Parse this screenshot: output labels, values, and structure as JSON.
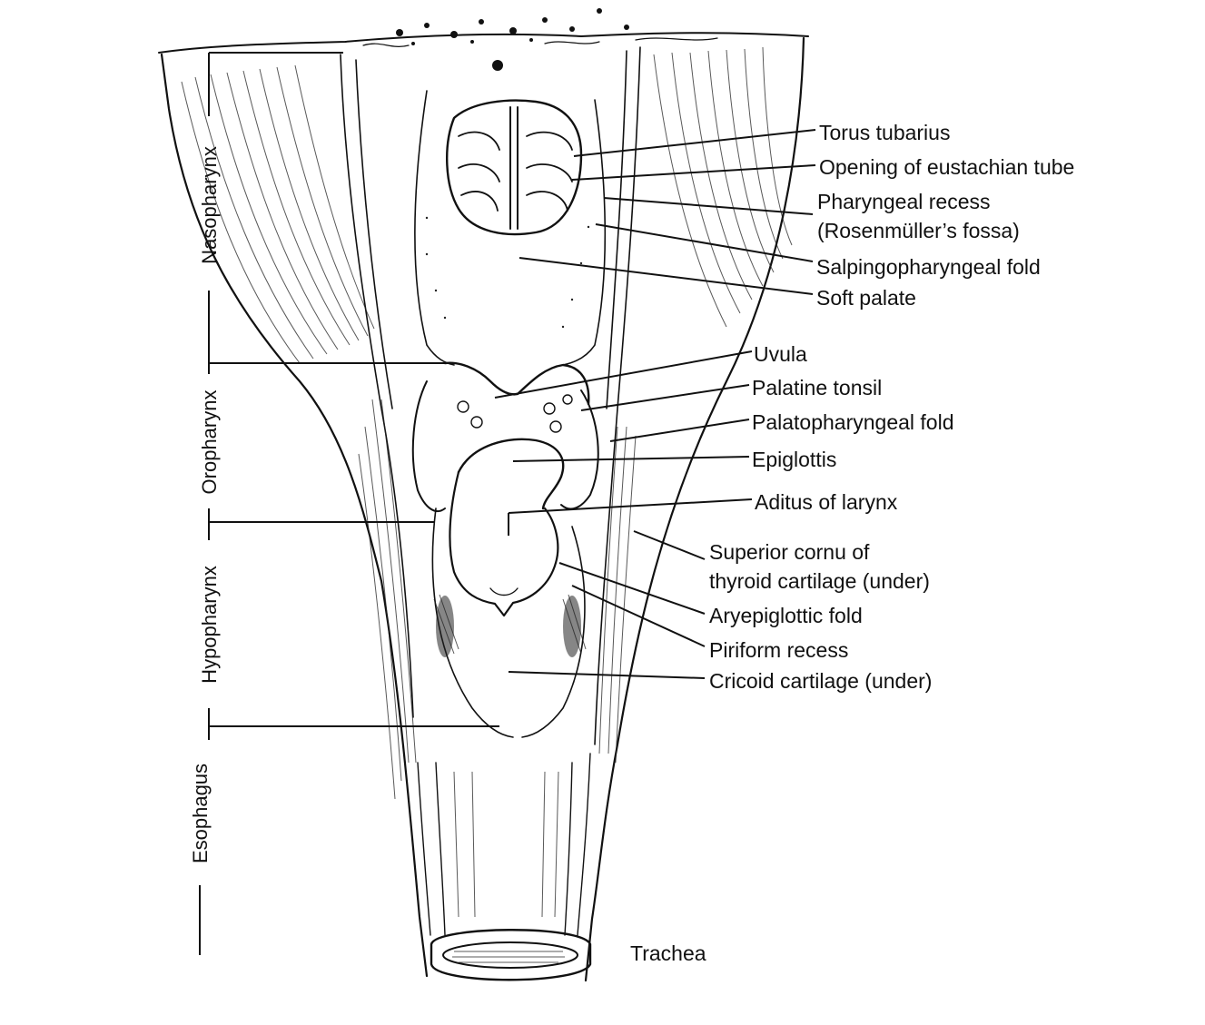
{
  "labels": {
    "torus_tubarius": "Torus tubarius",
    "opening_eustachian": "Opening of eustachian tube",
    "pharyngeal_recess_1": "Pharyngeal recess",
    "pharyngeal_recess_2": "(Rosenmüller’s fossa)",
    "salpingopharyngeal": "Salpingopharyngeal fold",
    "soft_palate": "Soft palate",
    "uvula": "Uvula",
    "palatine_tonsil": "Palatine tonsil",
    "palatopharyngeal": "Palatopharyngeal fold",
    "epiglottis": "Epiglottis",
    "aditus": "Aditus of larynx",
    "superior_cornu_1": "Superior cornu of",
    "superior_cornu_2": "thyroid cartilage (under)",
    "aryepiglottic": "Aryepiglottic fold",
    "piriform": "Piriform recess",
    "cricoid": "Cricoid cartilage (under)",
    "trachea": "Trachea"
  },
  "regions": {
    "nasopharynx": "Nasopharynx",
    "oropharynx": "Oropharynx",
    "hypopharynx": "Hypopharynx",
    "esophagus": "Esophagus"
  }
}
